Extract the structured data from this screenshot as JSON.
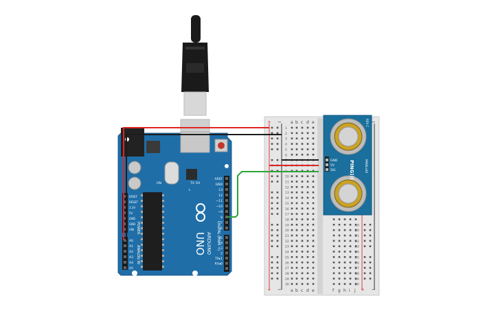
{
  "arduino": {
    "brand": "ARDUINO",
    "model": "UNO",
    "reset_label": "RESET",
    "ioref_label": "IOREF",
    "power_label": "POWER",
    "analog_in_label": "ANALOG IN",
    "digital_label": "DIGITAL (PWM ~)",
    "aref_label": "AREF",
    "gnd_label": "GND",
    "tx_label": "TX",
    "rx_label": "RX",
    "on_label": "ON",
    "l_label": "L",
    "power_pins": [
      "IOREF",
      "RESET",
      "3.3V",
      "5V",
      "GND",
      "GND",
      "VIN"
    ],
    "analog_pins": [
      "A0",
      "A1",
      "A2",
      "A3",
      "A4",
      "A5"
    ],
    "digital_pins": [
      "13",
      "12",
      "~11",
      "~10",
      "~9",
      "8",
      "7",
      "~6",
      "~5",
      "4",
      "~3",
      "2",
      "TX▸1",
      "RX◂0"
    ]
  },
  "breadboard": {
    "columns_left": [
      "a",
      "b",
      "c",
      "d",
      "e"
    ],
    "columns_right": [
      "f",
      "g",
      "h",
      "i",
      "j"
    ],
    "row_numbers": [
      "1",
      "2",
      "3",
      "4",
      "5",
      "6",
      "7",
      "8",
      "9",
      "10",
      "11",
      "12",
      "13",
      "14",
      "15",
      "16",
      "17",
      "18",
      "19",
      "20",
      "21",
      "22",
      "23",
      "24",
      "25",
      "26",
      "27",
      "28",
      "29",
      "30"
    ],
    "plus": "+",
    "minus": "−"
  },
  "sensor": {
    "name": "PING)))",
    "pins": [
      "GND",
      "5V",
      "SIG"
    ],
    "side_text": "PARALLAX",
    "rev_text": "REV C"
  },
  "colors": {
    "arduino_blue": "#1f6ea8",
    "breadboard": "#e9e9e9",
    "sensor_blue": "#1a6f9c",
    "wire_red": "#e02424",
    "wire_black": "#1c1c1c",
    "wire_green": "#2aa337"
  }
}
